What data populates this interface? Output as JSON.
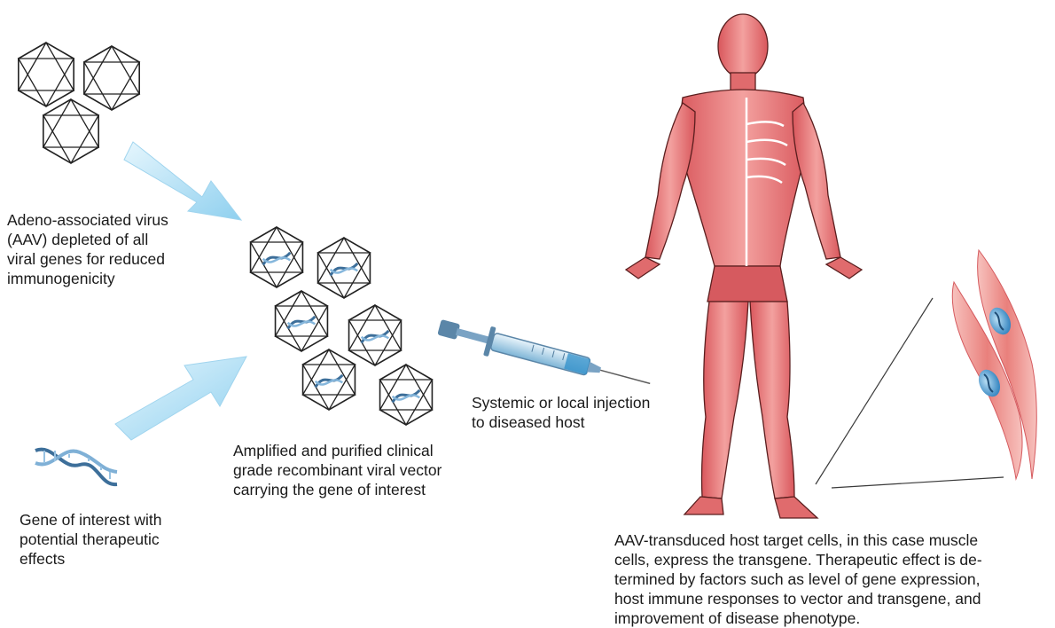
{
  "captions": {
    "aav": [
      "Adeno-associated virus",
      "(AAV) depleted of all",
      "viral genes for reduced",
      "immunogenicity"
    ],
    "gene": [
      "Gene of interest with",
      "potential therapeutic",
      "effects"
    ],
    "vector": [
      "Amplified and purified clinical",
      "grade recombinant viral vector",
      "carrying the gene of interest"
    ],
    "injection": [
      "Systemic or local injection",
      "to diseased host"
    ],
    "result": [
      "AAV-transduced host target cells, in this case muscle",
      "cells, express the transgene. Therapeutic effect is de-",
      "termined by factors such as level of gene expression,",
      "host immune responses to vector and transgene, and",
      "improvement of disease phenotype."
    ]
  },
  "colors": {
    "arrow": "#a9dcf3",
    "muscle": "#e0676a",
    "muscle_light": "#f4a5a3",
    "nucleus": "#5aa6d8",
    "dna": "#3d6f9a"
  },
  "icons": [
    "empty-capsid-icon",
    "vector-capsid-icon",
    "dna-helix-icon",
    "syringe-icon",
    "human-muscle-figure",
    "muscle-cell-icon"
  ]
}
